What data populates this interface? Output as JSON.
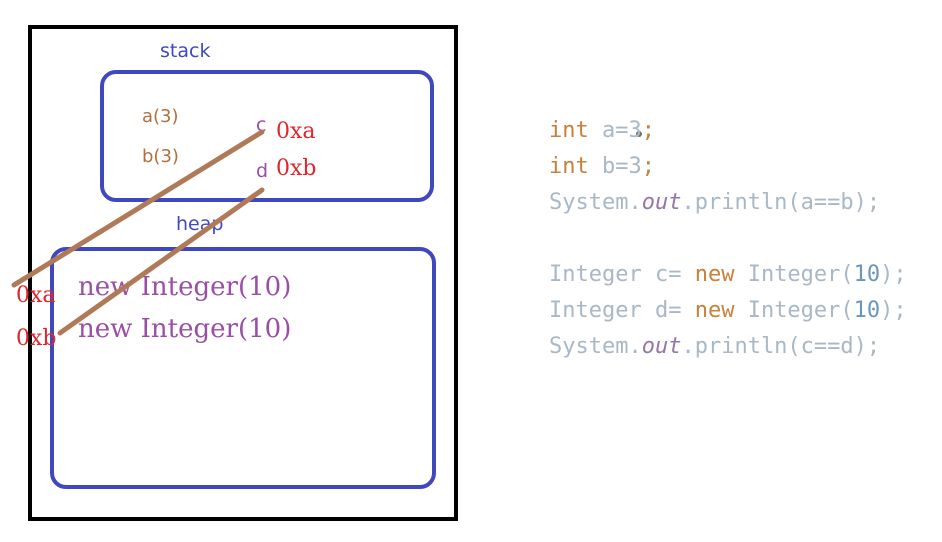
{
  "diagram": {
    "stack_label": "stack",
    "heap_label": "heap",
    "stack_vars": [
      "a(3)",
      "b(3)"
    ],
    "ref_vars": [
      "c",
      "d"
    ],
    "stack_addresses": [
      "0xa",
      "0xb"
    ],
    "heap_addresses": [
      "0xa",
      "0xb"
    ],
    "heap_objects": [
      "new Integer(10)",
      "new Integer(10)"
    ],
    "colors": {
      "border": "#000000",
      "region": "#3f48bf",
      "address": "#e0262c",
      "object": "#9a4fa6",
      "arrow": "#b07a58"
    }
  },
  "code": {
    "line1": {
      "kw": "int",
      "rest": " a=3",
      "end": ";"
    },
    "line2": {
      "kw": "int",
      "rest": " b=3",
      "end": ";"
    },
    "line3": {
      "pre": "System.",
      "field": "out",
      "post": ".println(a==b);"
    },
    "line4": {
      "pre": "Integer c= ",
      "kw": "new",
      "mid": " Integer(",
      "num": "10",
      "end": ");"
    },
    "line5": {
      "pre": "Integer d= ",
      "kw": "new",
      "mid": " Integer(",
      "num": "10",
      "end": ");"
    },
    "line6": {
      "pre": "System.",
      "field": "out",
      "post": ".println(c==d);"
    }
  }
}
